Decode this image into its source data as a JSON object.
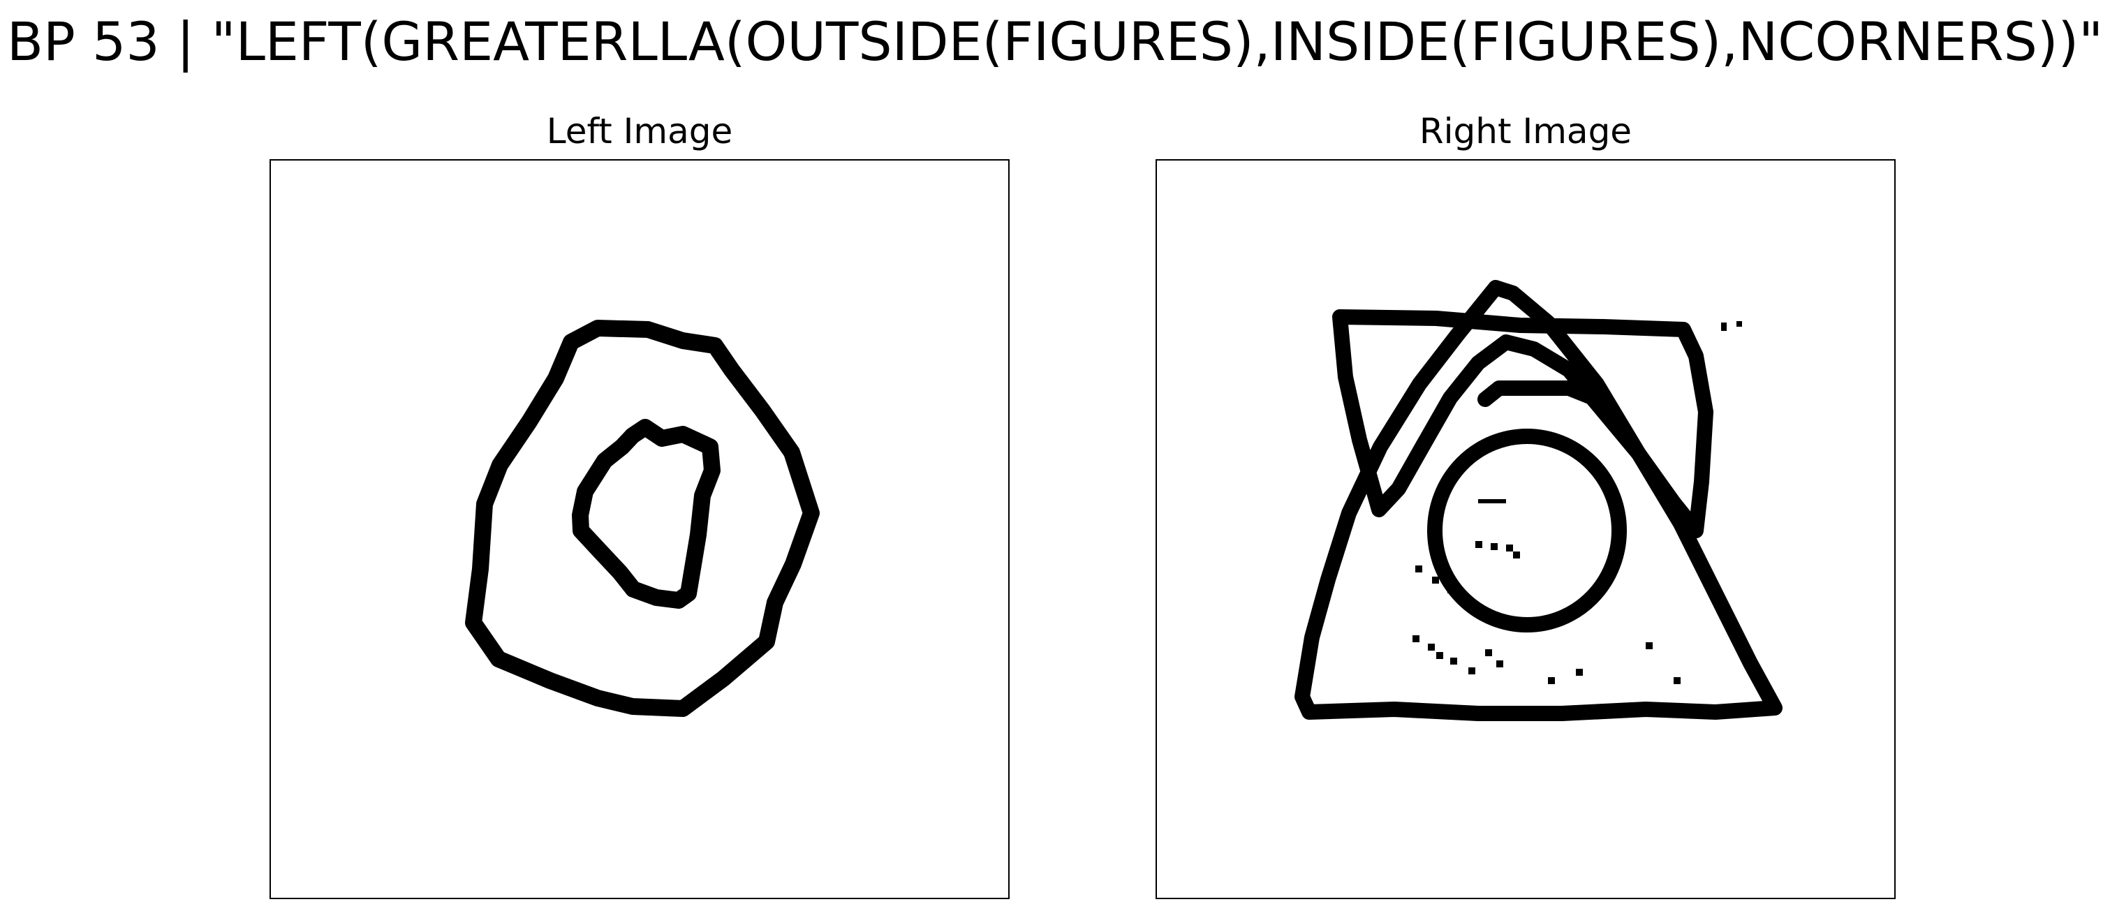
{
  "title": "BP 53 | \"LEFT(GREATERLLA(OUTSIDE(FIGURES),INSIDE(FIGURES),NCORNERS))\"",
  "panels": [
    {
      "title": "Left Image",
      "figures": [
        "hexagon-outline",
        "irregular-blob-outline"
      ]
    },
    {
      "title": "Right Image",
      "figures": [
        "triangle-outline",
        "inverted-triangle-outline",
        "circle-outline",
        "scattered-noise"
      ]
    }
  ],
  "colors": {
    "ink": "#000000",
    "background": "#ffffff"
  }
}
